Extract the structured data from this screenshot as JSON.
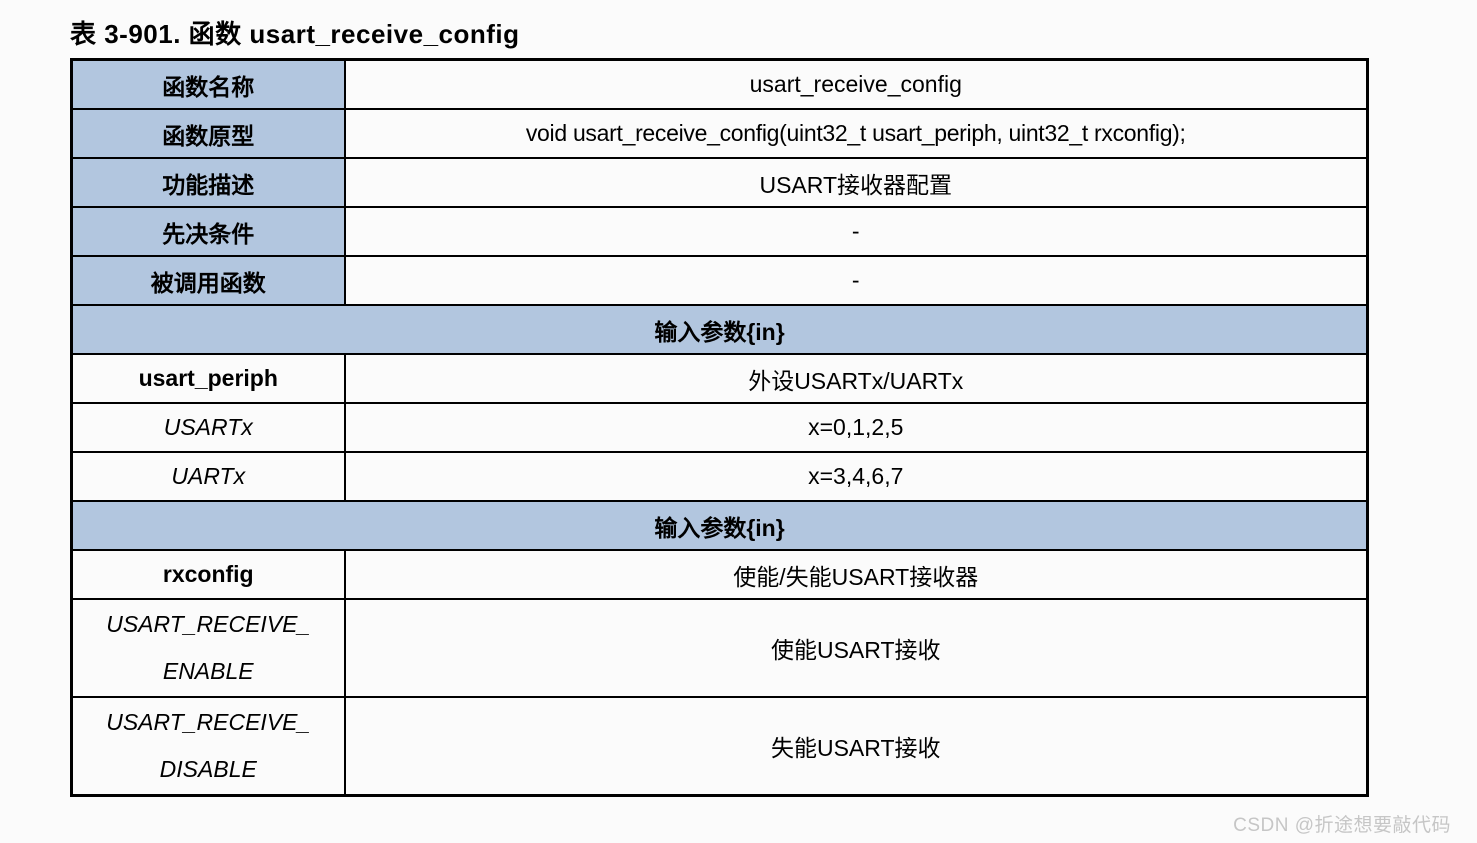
{
  "page": {
    "title": "表 3-901. 函数 usart_receive_config",
    "watermark": "CSDN @折途想要敲代码"
  },
  "colors": {
    "header_blue": "#B2C6DF",
    "table_border": "#000000",
    "cell_background": "#FBFBFB",
    "watermark_gray": "#C6C6C6"
  },
  "table": {
    "rows": [
      {
        "label": "函数名称",
        "value": "usart_receive_config"
      },
      {
        "label": "函数原型",
        "value": "void usart_receive_config(uint32_t usart_periph, uint32_t rxconfig);"
      },
      {
        "label": "功能描述",
        "value": "USART接收器配置"
      },
      {
        "label": "先决条件",
        "value": "-"
      },
      {
        "label": "被调用函数",
        "value": "-"
      },
      {
        "header": "输入参数{in}"
      },
      {
        "label": "usart_periph",
        "value": "外设USARTx/UARTx"
      },
      {
        "label": "USARTx",
        "value": "x=0,1,2,5"
      },
      {
        "label": "UARTx",
        "value": "x=3,4,6,7"
      },
      {
        "header": "输入参数{in}"
      },
      {
        "label": "rxconfig",
        "value": "使能/失能USART接收器"
      },
      {
        "label": "USART_RECEIVE_\nENABLE",
        "value": "使能USART接收"
      },
      {
        "label": "USART_RECEIVE_\nDISABLE",
        "value": "失能USART接收"
      }
    ]
  }
}
